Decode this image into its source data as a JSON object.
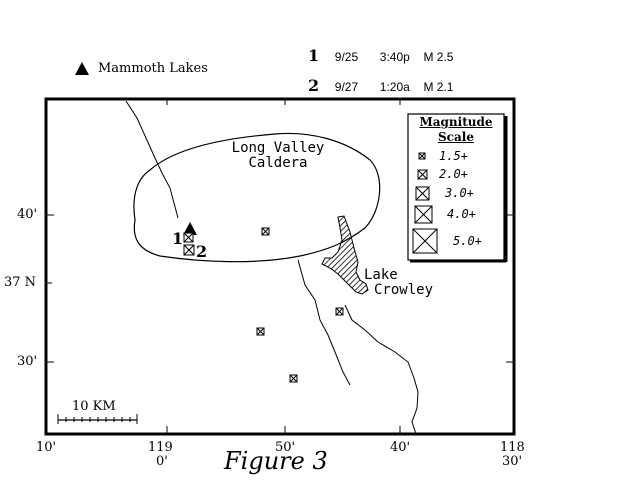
{
  "legend": {
    "mammoth_lakes": "Mammoth Lakes"
  },
  "events": [
    {
      "num": "1",
      "date": "9/25",
      "time": "3:40p",
      "mag": "M 2.5"
    },
    {
      "num": "2",
      "date": "9/27",
      "time": "1:20a",
      "mag": "M 2.1"
    }
  ],
  "places": {
    "caldera_line1": "Long Valley",
    "caldera_line2": "Caldera",
    "lake_line1": "Lake",
    "lake_line2": "Crowley"
  },
  "scale_box": {
    "title_line1": "Magnitude",
    "title_line2": "Scale",
    "items": [
      "1.5+",
      "2.0+",
      "3.0+",
      "4.0+",
      "5.0+"
    ]
  },
  "lat_ticks": {
    "t40": "40'",
    "t37n": "37 N",
    "t30": "30'"
  },
  "lon_ticks": {
    "l10": "10'",
    "l119a": "119",
    "l119b": "0'",
    "l50": "50'",
    "l40": "40'",
    "l118a": "118",
    "l118b": "30'"
  },
  "scale_bar": "10 KM",
  "map_labels": {
    "n1": "1",
    "n2": "2"
  },
  "figure_label": "Figure 3"
}
